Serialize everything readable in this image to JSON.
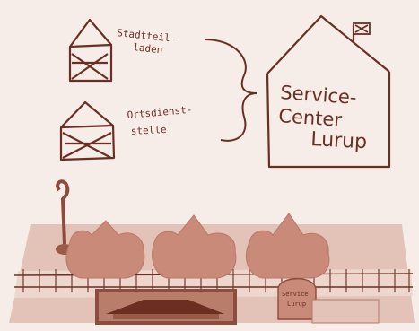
{
  "sketch": {
    "label_top": [
      "Stadtteil-",
      "laden"
    ],
    "label_bottom": [
      "Ortsdienst-",
      "stelle"
    ],
    "service_center": [
      "Service-",
      "Center",
      "Lurup"
    ],
    "small_sign": [
      "Service",
      "Lurup"
    ]
  },
  "colors": {
    "ink": "#6b2f22",
    "tint": "#c98a7a",
    "paper": "#f6ede8"
  }
}
